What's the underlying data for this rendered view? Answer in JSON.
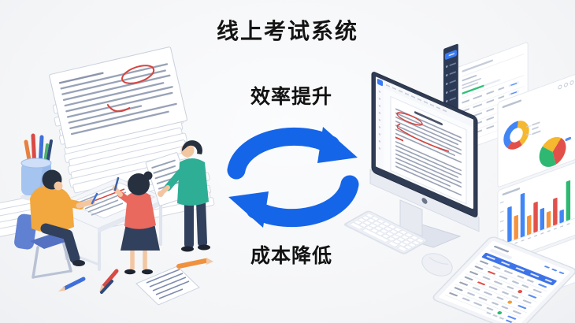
{
  "title": "线上考试系统",
  "labels": {
    "efficiency": "效率提升",
    "cost": "成本降低"
  },
  "icons": {
    "center": "cycle-refresh-arrows-icon",
    "left_scene": "paper-grading-illustration",
    "right_scene": "online-exam-dashboard-illustration"
  },
  "colors": {
    "background": "#f4f5f7",
    "title_text": "#141414",
    "arrow_blue": "#1565e8",
    "annotation_red": "#d6443e",
    "paper_line": "#98a2b7",
    "shirt_yellow": "#f2a83e",
    "shirt_coral": "#e9695f",
    "shirt_teal": "#2fae96",
    "pants_navy": "#31405c",
    "skin": "#f3c6a2",
    "hair": "#27303f",
    "chair_blue": "#6080d2",
    "cup_blue": "#a5c4ef",
    "monitor_bezel": "#303c54",
    "sidebar_navy": "#2c3a55",
    "active_item_blue": "#3b7cf5",
    "progress_green": "#2fc178",
    "table_header_blue": "#3d73e8",
    "chart_blue": "#4285f4",
    "chart_yellow": "#f5b82e",
    "chart_red": "#e2504a",
    "chart_green": "#2eb872",
    "chart_orange": "#f5923e",
    "status_red": "#e2504a",
    "status_orange": "#f09b3c",
    "status_green": "#2eb872",
    "device_gray": "#eef0f6"
  },
  "decor_charts": {
    "donut": {
      "segments": [
        {
          "color_key": "chart_blue",
          "frac": 0.4
        },
        {
          "color_key": "chart_yellow",
          "frac": 0.4
        },
        {
          "color_key": "chart_red",
          "frac": 0.2
        }
      ]
    },
    "pie": {
      "segments": [
        {
          "color_key": "chart_yellow",
          "frac": 0.25
        },
        {
          "color_key": "chart_red",
          "frac": 0.35
        },
        {
          "color_key": "chart_green",
          "frac": 0.4
        }
      ]
    },
    "bars": {
      "heights": [
        44,
        30,
        55,
        24,
        38,
        27,
        20,
        34,
        16,
        50
      ],
      "colors": [
        "chart_blue",
        "chart_orange",
        "chart_blue",
        "chart_orange",
        "chart_red",
        "chart_blue",
        "chart_orange",
        "chart_red",
        "chart_blue",
        "chart_green"
      ]
    }
  }
}
